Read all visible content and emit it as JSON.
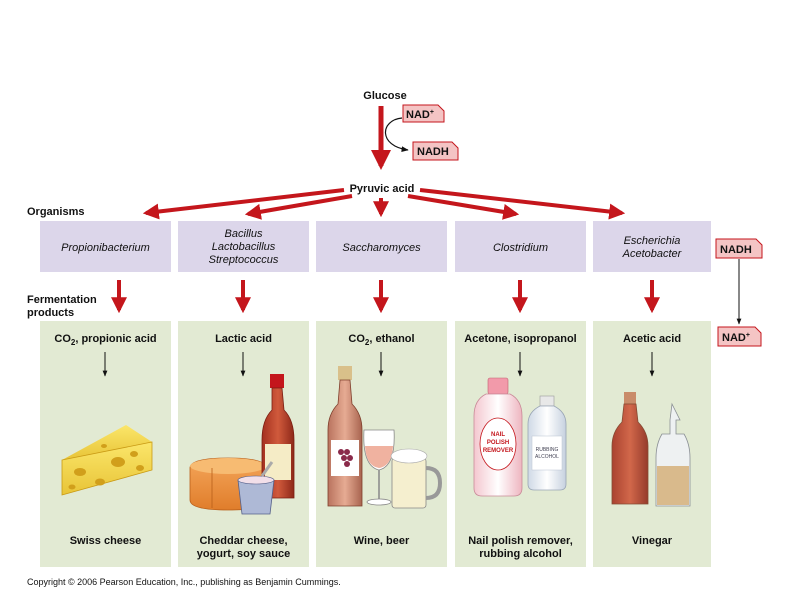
{
  "glucose": "Glucose",
  "pyruvic_acid": "Pyruvic acid",
  "organisms_heading": "Organisms",
  "fermentation_heading": [
    "Fermentation",
    "products"
  ],
  "cofactors": {
    "nad_plus": "NAD",
    "nad_plus_sup": "+",
    "nadh": "NADH"
  },
  "columns": [
    {
      "organism_lines": [
        "Propionibacterium"
      ],
      "product_parts": [
        "CO",
        "2",
        ", propionic acid"
      ],
      "food_lines": [
        "Swiss cheese"
      ],
      "image": "swiss-cheese-illustration"
    },
    {
      "organism_lines": [
        "Bacillus",
        "Lactobacillus",
        "Streptococcus"
      ],
      "product_parts": [
        "Lactic acid"
      ],
      "food_lines": [
        "Cheddar cheese,",
        "yogurt, soy sauce"
      ],
      "image": "cheddar-yogurt-soysauce-illustration"
    },
    {
      "organism_lines": [
        "Saccharomyces"
      ],
      "product_parts": [
        "CO",
        "2",
        ", ethanol"
      ],
      "food_lines": [
        "Wine, beer"
      ],
      "image": "wine-beer-illustration"
    },
    {
      "organism_lines": [
        "Clostridium"
      ],
      "product_parts": [
        "Acetone, isopropanol"
      ],
      "food_lines": [
        "Nail polish remover,",
        "rubbing alcohol"
      ],
      "image": "nail-polish-rubbing-alcohol-illustration",
      "bottle_labels": {
        "nail_polish": [
          "NAIL",
          "POLISH",
          "REMOVER"
        ],
        "rubbing_alcohol": [
          "RUBBING",
          "ALCOHOL"
        ]
      }
    },
    {
      "organism_lines": [
        "Escherichia",
        "Acetobacter"
      ],
      "product_parts": [
        "Acetic acid"
      ],
      "food_lines": [
        "Vinegar"
      ],
      "image": "vinegar-illustration"
    }
  ],
  "copyright": "Copyright © 2006 Pearson Education, Inc., publishing as Benjamin Cummings.",
  "colors": {
    "arrow_red": "#c4161c",
    "organism_box": "#dcd6ea",
    "product_panel": "#e2ead3",
    "cofactor_fill": "#f4c4c4",
    "cofactor_border": "#c4161c"
  }
}
